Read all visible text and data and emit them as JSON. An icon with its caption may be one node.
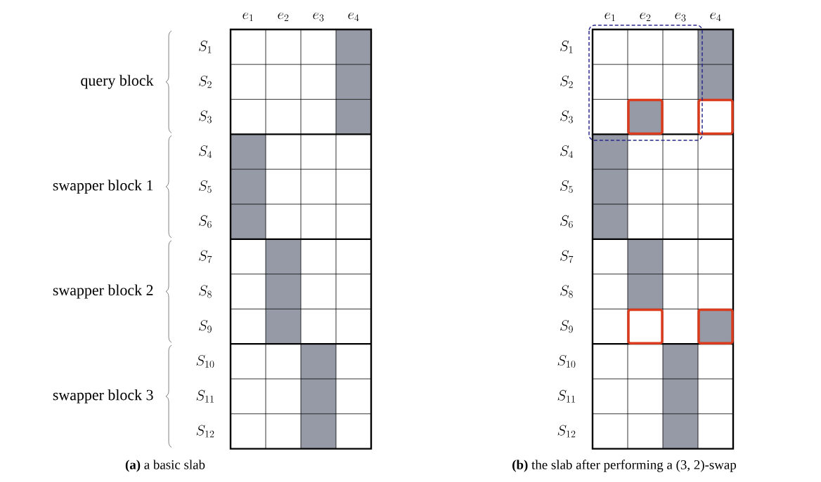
{
  "diagram": {
    "labels": [
      "e_{1}",
      "e_{2}",
      "e_{3}",
      "e_{4}",
      "e_{1}",
      "e_{2}",
      "e_{3}",
      "e_{4}",
      "query block",
      "swapper block 1",
      "swapper block 2",
      "swapper block 3",
      "S_{1}",
      "S_{2}",
      "S_{3}",
      "S_{4}",
      "S_{5}",
      "S_{6}",
      "S_{7}",
      "S_{8}",
      "S_{9}",
      "S_{10}",
      "S_{11}",
      "S_{12}",
      "S_{1}",
      "S_{2}",
      "S_{3}",
      "S_{4}",
      "S_{5}",
      "S_{6}",
      "S_{7}",
      "S_{8}",
      "S_{9}",
      "S_{10}",
      "S_{11}",
      "S_{12}",
      "**(a)** a basic slab",
      "**(b)** the slab after performing a (3, 2)-swap"
    ]
  }
}
